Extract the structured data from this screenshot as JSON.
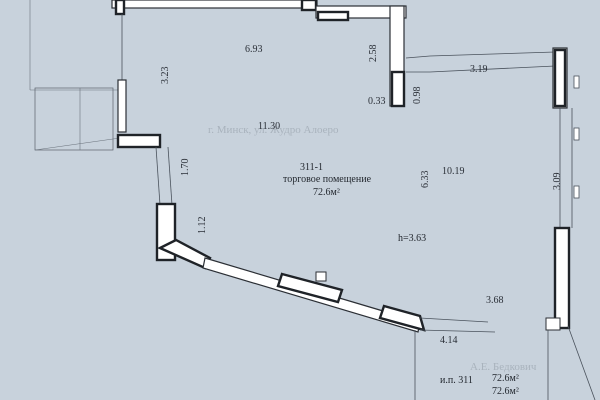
{
  "plan": {
    "room_number": "311-1",
    "room_purpose": "торговое помещение",
    "room_area": "72.6м²",
    "height": "h=3.63",
    "summary": {
      "label": "и.п. 311",
      "area_1": "72.6м²",
      "area_2": "72.6м²"
    },
    "ghost_text": {
      "address": "г. Минск, ул. Жудро Алоеро",
      "signature": "А.Е. Бедкович"
    },
    "dimensions": {
      "d_6_93": "6.93",
      "d_3_23": "3.23",
      "d_2_58": "2.58",
      "d_0_33": "0.33",
      "d_0_98": "0.98",
      "d_3_19": "3.19",
      "d_11_30": "11.30",
      "d_1_70": "1.70",
      "d_6_33": "6.33",
      "d_10_19": "10.19",
      "d_3_09": "3.09",
      "d_1_12": "1.12",
      "d_3_68": "3.68",
      "d_4_14": "4.14"
    }
  }
}
